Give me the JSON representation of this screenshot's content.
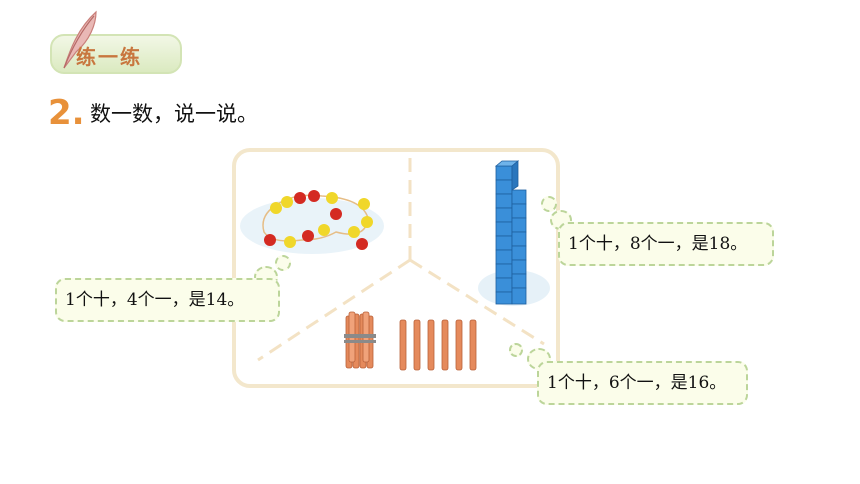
{
  "header": {
    "badge_label": "练一练"
  },
  "question": {
    "number": "2.",
    "text": "数一数，说一说。"
  },
  "bubbles": {
    "cubes": "1个十，8个一，是18。",
    "beads": "1个十，4个一，是14。",
    "sticks": "1个十，6个一，是16。"
  },
  "icons": [
    "feather-quill-icon",
    "bead-necklace",
    "ten-cube-tower",
    "stick-bundle"
  ],
  "colors": {
    "accent_orange": "#e8913a",
    "badge_green": "#dbeac0",
    "bubble_border": "#bcd59a",
    "panel_border": "#f3e7cc",
    "cube_blue": "#3a8fd9",
    "stick_orange": "#e58a5c"
  }
}
